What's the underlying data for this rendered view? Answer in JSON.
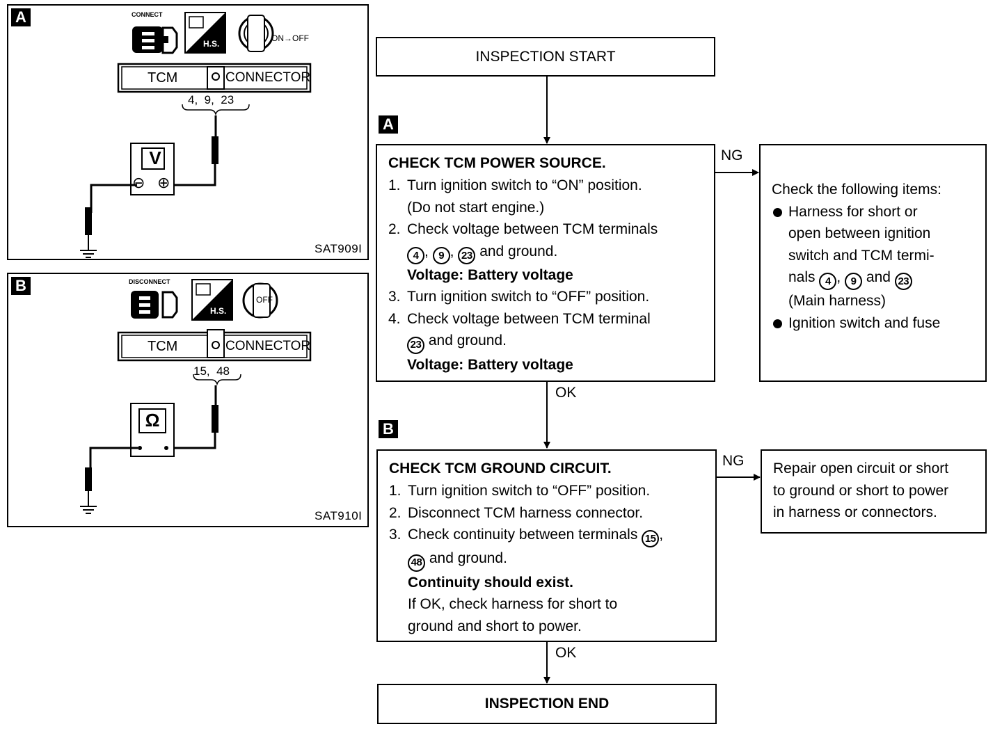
{
  "panel_a": {
    "tag": "A",
    "connect_label": "CONNECT",
    "hs_label": "H.S.",
    "switch_label": "ON→OFF",
    "tcm_label": "TCM",
    "connector_label": "CONNECTOR",
    "terminals": "4,  9,  23",
    "meter_symbol": "V",
    "minus": "⊖",
    "plus": "⊕",
    "code": "SAT909I"
  },
  "panel_b": {
    "tag": "B",
    "connect_label": "DISCONNECT",
    "hs_label": "H.S.",
    "switch_label": "OFF",
    "tcm_label": "TCM",
    "connector_label": "CONNECTOR",
    "terminals": "15,  48",
    "meter_symbol": "Ω",
    "code": "SAT910I"
  },
  "flow": {
    "start": "INSPECTION START",
    "end": "INSPECTION END",
    "step_a": {
      "tag": "A",
      "title": "CHECK TCM POWER SOURCE.",
      "l1": "Turn ignition switch to “ON” position.",
      "l1b": "(Do not start engine.)",
      "l2": "Check voltage between TCM terminals",
      "l2_t1": "4",
      "l2_t2": "9",
      "l2_t3": "23",
      "l2_tail": "and ground.",
      "l2_spec": "Voltage: Battery voltage",
      "l3": "Turn ignition switch to “OFF” position.",
      "l4": "Check voltage between TCM terminal",
      "l4_t": "23",
      "l4_tail": "and ground.",
      "l4_spec": "Voltage: Battery voltage"
    },
    "ng_a": {
      "label": "NG",
      "heading": "Check the following items:",
      "i1a": "Harness for short or",
      "i1b": "open between ignition",
      "i1c": "switch and TCM termi-",
      "i1d_pre": "nals",
      "i1d_t1": "4",
      "i1d_t2": "9",
      "i1d_and": "and",
      "i1d_t3": "23",
      "i1e": "(Main harness)",
      "i2": "Ignition switch and fuse"
    },
    "ok_a": "OK",
    "step_b": {
      "tag": "B",
      "title": "CHECK TCM GROUND CIRCUIT.",
      "l1": "Turn ignition switch to “OFF” position.",
      "l2": "Disconnect TCM harness connector.",
      "l3": "Check continuity between terminals",
      "l3_t1": "15",
      "l3_t2": "48",
      "l3_tail": "and ground.",
      "l3_spec": "Continuity should exist.",
      "l3_note1": "If OK, check harness for short to",
      "l3_note2": "ground and short to power."
    },
    "ng_b": {
      "label": "NG",
      "text1": "Repair open circuit or short",
      "text2": "to ground or short to power",
      "text3": "in harness or connectors."
    },
    "ok_b": "OK",
    "step_nums": [
      "1.",
      "2.",
      "3.",
      "4."
    ]
  }
}
